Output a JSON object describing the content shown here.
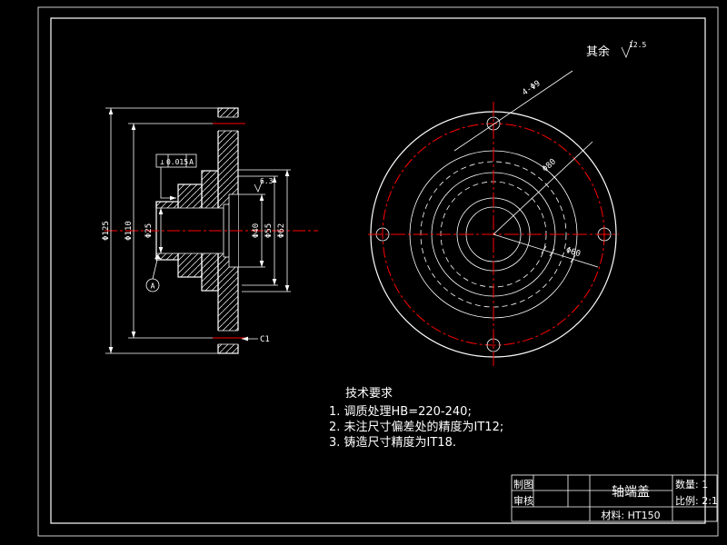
{
  "colors": {
    "background": "#000000",
    "line": "#ffffff",
    "accent": "#ff0000"
  },
  "general_note": {
    "prefix": "其余",
    "roughness_value": "12.5"
  },
  "tech_requirements": {
    "title": "技术要求",
    "items": [
      "1. 调质处理HB=220-240;",
      "2. 未注尺寸偏差处的精度为IT12;",
      "3. 铸造尺寸精度为IT18."
    ]
  },
  "title_block": {
    "drafter_label": "制图",
    "checker_label": "审核",
    "part_name": "轴端盖",
    "quantity_label": "数量: 1",
    "scale_label": "比例: 2:1",
    "material_label": "材料: HT150"
  },
  "section_view": {
    "dims": {
      "flange_od": "Φ125",
      "bolt_circle": "Φ110",
      "bore": "Φ25",
      "recess_1": "Φ40",
      "recess_2": "Φ55",
      "recess_3": "Φ62",
      "chamfer": "C1",
      "roughness": "6.3"
    },
    "gdt": {
      "symbol": "⊥",
      "tolerance": "0.015",
      "datum": "A"
    },
    "datum_label": "A"
  },
  "circular_view": {
    "labels": {
      "holes": "4-Φ9",
      "boss_diameter": "Φ80",
      "recess_diameter": "Φ60"
    }
  }
}
